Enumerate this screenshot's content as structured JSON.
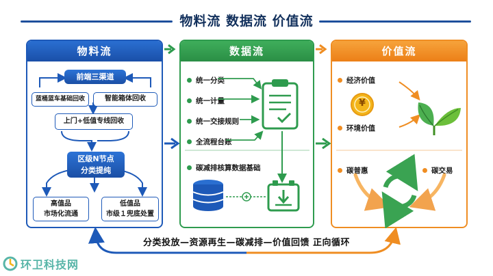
{
  "title": "物料流 数据流 价值流",
  "material": {
    "header": "物料流",
    "front_channel": "前端三渠道",
    "channel_a": "蓝桶蓝车基础回收",
    "channel_b": "智能箱体回收",
    "channel_c": "上门+低值专线回收",
    "node": "区级N节点\n分类提纯",
    "out_high": "高值品\n市场化流通",
    "out_low": "低值品\n市级１兜底处置"
  },
  "data_flow": {
    "header": "数据流",
    "items": [
      "统一分类",
      "统一计量",
      "统一交接规则",
      "全流程台账"
    ],
    "base": "碳减排核算数据基础"
  },
  "value": {
    "header": "价值流",
    "economic": "经济价值",
    "environment": "环境价值",
    "carbon_puhui": "碳普惠",
    "carbon_trade": "碳交易",
    "coin_symbol": "¥"
  },
  "footer": "分类投放—资源再生—碳减排—价值回馈  正向循环",
  "logo_text": "环卫科技网",
  "colors": {
    "blue": "#1d59b8",
    "green": "#2e9b4e",
    "orange": "#ef8d22",
    "title": "#12305c"
  }
}
